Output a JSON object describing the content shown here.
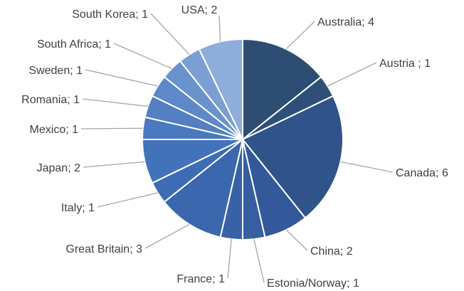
{
  "chart_data": {
    "type": "pie",
    "label_separator": "; ",
    "slices": [
      {
        "name": "Australia",
        "value": 4,
        "color": "#2d4d73"
      },
      {
        "name": "Austria ",
        "value": 1,
        "color": "#2f4f78"
      },
      {
        "name": "Canada",
        "value": 6,
        "color": "#30548a"
      },
      {
        "name": "China",
        "value": 2,
        "color": "#34599a"
      },
      {
        "name": "Estonia/Norway",
        "value": 1,
        "color": "#365ea0"
      },
      {
        "name": "France",
        "value": 1,
        "color": "#3862a6"
      },
      {
        "name": "Great Britain",
        "value": 3,
        "color": "#3a67ad"
      },
      {
        "name": "Italy",
        "value": 1,
        "color": "#3d6cb4"
      },
      {
        "name": "Japan",
        "value": 2,
        "color": "#4272ba"
      },
      {
        "name": "Mexico",
        "value": 1,
        "color": "#4a79bf"
      },
      {
        "name": "Romania",
        "value": 1,
        "color": "#547fc3"
      },
      {
        "name": "Sweden",
        "value": 1,
        "color": "#5e88c8"
      },
      {
        "name": "South Africa",
        "value": 1,
        "color": "#6a92cd"
      },
      {
        "name": "South Korea",
        "value": 1,
        "color": "#7b9fd3"
      },
      {
        "name": "USA",
        "value": 2,
        "color": "#8eadd9"
      }
    ]
  }
}
